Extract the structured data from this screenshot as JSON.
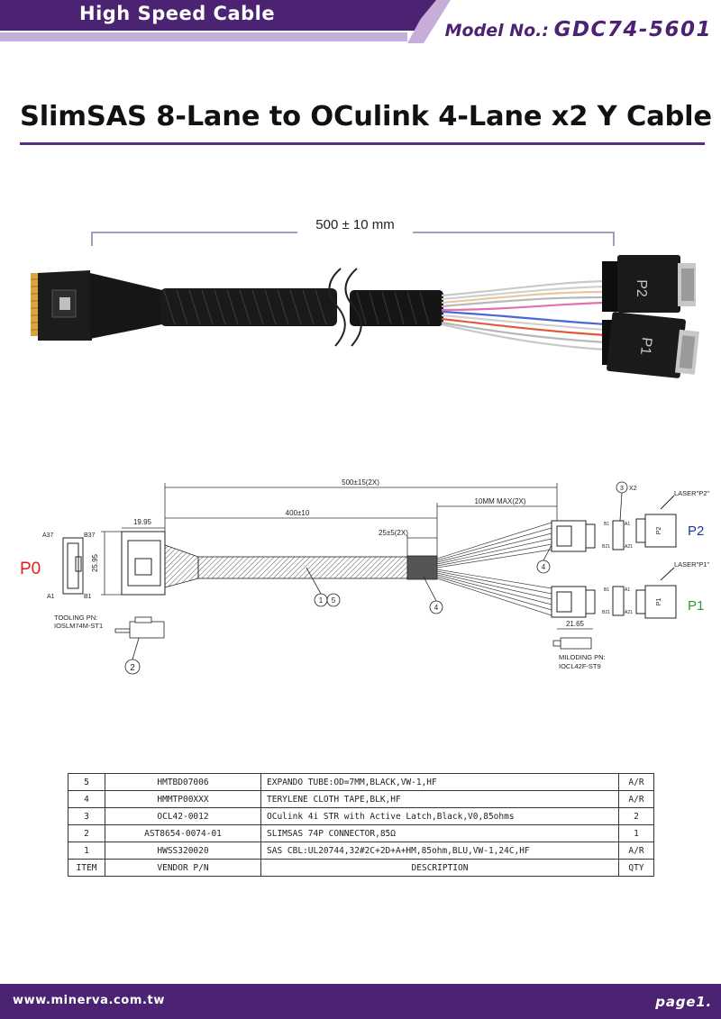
{
  "header": {
    "category": "High Speed Cable",
    "model_label": "Model No.:",
    "model_number": "GDC74-5601"
  },
  "title": "SlimSAS 8-Lane to OCulink 4-Lane x2 Y Cable",
  "photo": {
    "length": "500 ± 10 mm",
    "p2_label": "P2",
    "p1_label": "P1"
  },
  "drawing": {
    "overall_length": "500±15(2X)",
    "mid_length": "400±10",
    "tape_length": "25±5(2X)",
    "fanout_max": "10MM MAX(2X)",
    "width_dim": "19.95",
    "height_dim": "25.95",
    "end_width": "21.65",
    "pin_a37": "A37",
    "pin_b37": "B37",
    "pin_a1": "A1",
    "pin_b1": "B1",
    "p0_label": "P0",
    "p2_label": "P2",
    "p1_label": "P1",
    "laser_p2": "LASER\"P2\"",
    "laser_p1": "LASER\"P1\"",
    "balloon_x2": "X2",
    "tooling_label": "TOOLING PN:",
    "tooling_pn": "IOSLM74M-ST1",
    "molding_label": "MILODING PN:",
    "molding_pn": "IOCL42F-ST9",
    "oc_pin_b1": "B1",
    "oc_pin_a1": "A1",
    "oc_pin_b21": "B21",
    "oc_pin_a21": "A21",
    "colors": {
      "p0": "#e0201a",
      "p2": "#1a3aa0",
      "p1": "#2a9a2a"
    }
  },
  "bom": {
    "rows": [
      {
        "item": "5",
        "vendor_pn": "HMTBD07006",
        "description": "EXPANDO TUBE:OD=7MM,BLACK,VW-1,HF",
        "qty": "A/R"
      },
      {
        "item": "4",
        "vendor_pn": "HMMTP00XXX",
        "description": "TERYLENE CLOTH TAPE,BLK,HF",
        "qty": "A/R"
      },
      {
        "item": "3",
        "vendor_pn": "OCL42-0012",
        "description": "OCulink 4i STR with Active Latch,Black,V0,85ohms",
        "qty": "2"
      },
      {
        "item": "2",
        "vendor_pn": "AST8654-0074-01",
        "description": "SLIMSAS 74P CONNECTOR,85Ω",
        "qty": "1"
      },
      {
        "item": "1",
        "vendor_pn": "HWSS320020",
        "description": "SAS CBL:UL20744,32#2C+2D+A+HM,85ohm,BLU,VW-1,24C,HF",
        "qty": "A/R"
      }
    ],
    "header": {
      "item": "ITEM",
      "vendor_pn": "VENDOR P/N",
      "description": "DESCRIPTION",
      "qty": "QTY"
    }
  },
  "footer": {
    "url": "www.minerva.com.tw",
    "page": "page1."
  },
  "theme": {
    "purple": "#4b2372",
    "lilac": "#c7aed9"
  }
}
